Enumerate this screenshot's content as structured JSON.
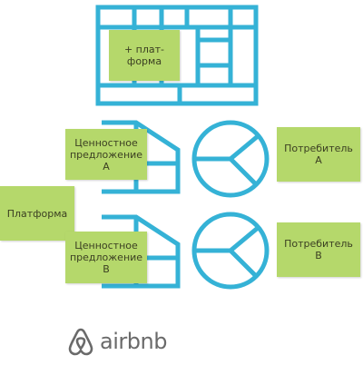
{
  "notes": {
    "top": "+ плат-\nформа",
    "value_a": "Ценностное\nпредложение\nА",
    "value_b": "Ценностное\nпредложение\nВ",
    "platform": "Платформа",
    "consumer_a": "Потребитель\nА",
    "consumer_b": "Потребитель\nВ"
  },
  "brand": {
    "name": "airbnb"
  },
  "colors": {
    "stroke": "#35b2d6",
    "note": "#b5d86b",
    "logo": "#6a6a6a"
  }
}
